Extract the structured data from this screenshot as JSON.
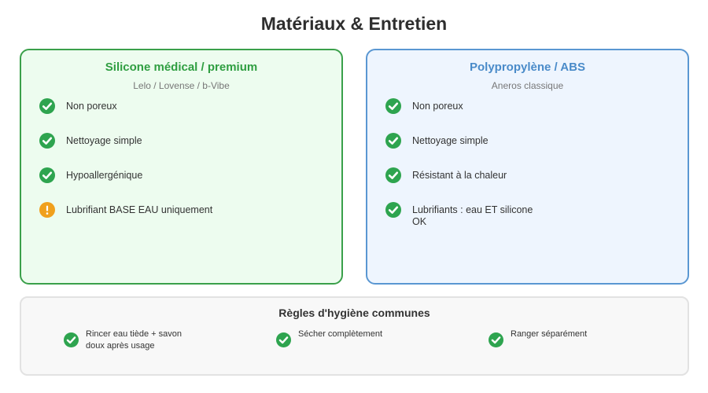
{
  "title": "Matériaux & Entretien",
  "colors": {
    "check": "#2ea44f",
    "warning": "#f0a01c",
    "green_border": "#3aa04a",
    "blue_border": "#5a97d2"
  },
  "cards": [
    {
      "title": "Silicone médical / premium",
      "subtitle": "Lelo / Lovense / b-Vibe",
      "items": [
        {
          "label": "Non poreux",
          "icon": "check-circle-icon"
        },
        {
          "label": "Nettoyage simple",
          "icon": "check-circle-icon"
        },
        {
          "label": "Hypoallergénique",
          "icon": "check-circle-icon"
        },
        {
          "label": "Lubrifiant BASE EAU uniquement",
          "icon": "warning-circle-icon"
        }
      ]
    },
    {
      "title": "Polypropylène / ABS",
      "subtitle": "Aneros classique",
      "items": [
        {
          "label": "Non poreux",
          "icon": "check-circle-icon"
        },
        {
          "label": "Nettoyage simple",
          "icon": "check-circle-icon"
        },
        {
          "label": "Résistant à la chaleur",
          "icon": "check-circle-icon"
        },
        {
          "label": "Lubrifiants : eau ET silicone OK",
          "icon": "check-circle-icon"
        }
      ]
    }
  ],
  "hygiene": {
    "title": "Règles d'hygiène communes",
    "rules": [
      {
        "label": "Rincer eau tiède + savon doux après usage",
        "icon": "check-circle-icon"
      },
      {
        "label": "Sécher complètement",
        "icon": "check-circle-icon"
      },
      {
        "label": "Ranger séparément",
        "icon": "check-circle-icon"
      }
    ]
  }
}
